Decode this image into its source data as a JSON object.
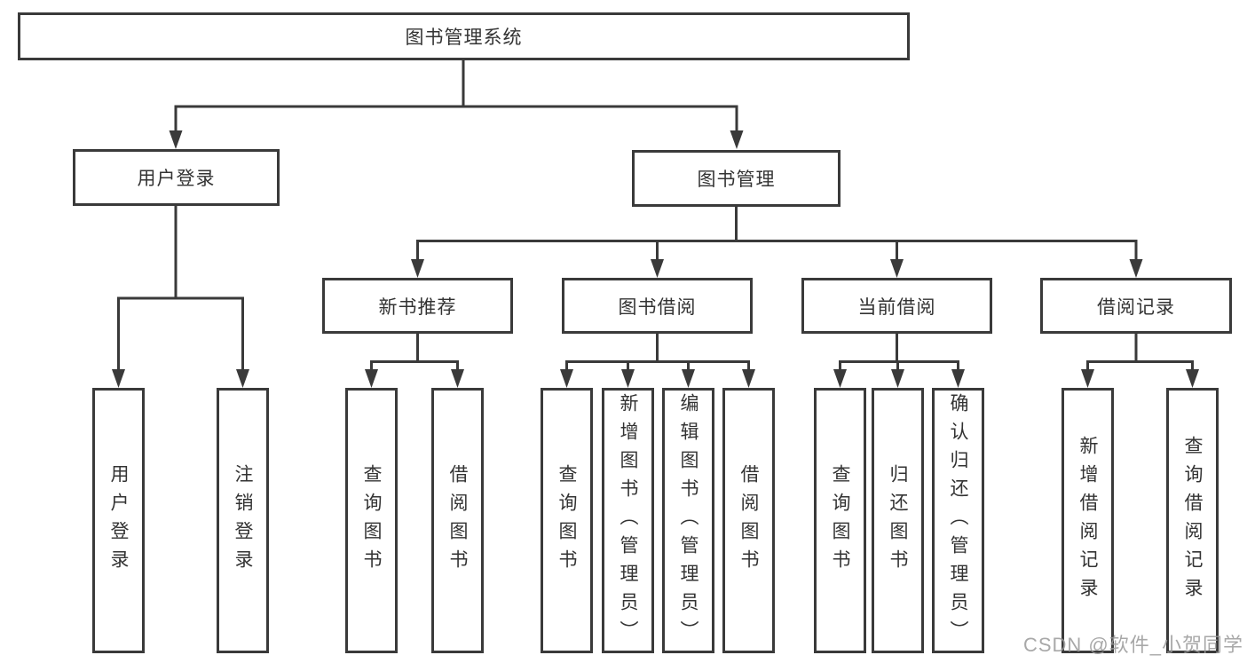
{
  "diagram": {
    "type": "hierarchy-diagram",
    "title": "图书管理系统"
  },
  "nodes": {
    "root": {
      "label": "图书管理系统"
    },
    "level2": [
      {
        "label": "用户登录"
      },
      {
        "label": "图书管理"
      }
    ],
    "level3": [
      {
        "label": "新书推荐"
      },
      {
        "label": "图书借阅"
      },
      {
        "label": "当前借阅"
      },
      {
        "label": "借阅记录"
      }
    ],
    "level4": {
      "user_login_children": [
        {
          "label": "用户登录"
        },
        {
          "label": "注销登录"
        }
      ],
      "new_book_children": [
        {
          "label": "查询图书"
        },
        {
          "label": "借阅图书"
        }
      ],
      "book_borrow_children": [
        {
          "label": "查询图书"
        },
        {
          "label": "新增图书（管理员）"
        },
        {
          "label": "编辑图书（管理员）"
        },
        {
          "label": "借阅图书"
        }
      ],
      "current_borrow_children": [
        {
          "label": "查询图书"
        },
        {
          "label": "归还图书"
        },
        {
          "label": "确认归还（管理员）"
        }
      ],
      "borrow_record_children": [
        {
          "label": "新增借阅记录"
        },
        {
          "label": "查询借阅记录"
        }
      ]
    }
  },
  "watermark": {
    "text": "CSDN @软件_小贺同学"
  },
  "colors": {
    "line": "#3a3a3a",
    "text": "#333333",
    "box_bg": "#ffffff",
    "watermark": "#9a9a9a"
  }
}
